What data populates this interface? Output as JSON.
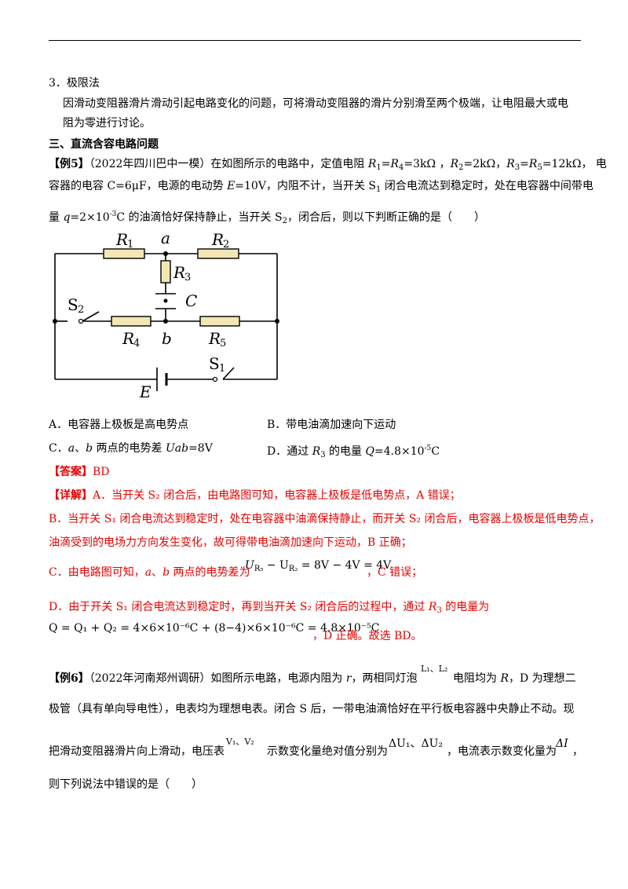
{
  "section3": {
    "title": "3．极限法",
    "desc1": "因滑动变阻器滑片滑动引起电路变化的问题，可将滑动变阻器的滑片分别滑至两个极端，让电阻最大或电",
    "desc2": "阻为零进行讨论。"
  },
  "heading": "三、直流含容电路问题",
  "ex5": {
    "tag": "【例5】",
    "line1_a": "（2022年四川巴中一模）在如图所示的电路中，定值电阻 ",
    "line1_b": "R",
    "line1_c": "1",
    "line1_d": "=R",
    "line1_e": "4",
    "line1_f": "=3kΩ ，",
    "line1_g": "R",
    "line1_h": "2",
    "line1_i": "=2kΩ，",
    "line1_j": "R",
    "line1_k": "3",
    "line1_l": "=R",
    "line1_m": "5",
    "line1_n": "=12kΩ， 电",
    "line2_a": "容器的电容 C=6μF，电源的电动势 ",
    "line2_b": "E",
    "line2_c": "=10V，内阻不计，当开关 S",
    "line2_d": "1",
    "line2_e": " 闭合电流达到稳定时，处在电容器中间带电",
    "line3_a": "量 ",
    "line3_b": "q",
    "line3_c": "=2×10",
    "line3_d": "-3",
    "line3_e": "C 的油滴恰好保持静止，当开关 S",
    "line3_f": "2",
    "line3_g": "，闭合后，则以下判断正确的是（　　）"
  },
  "circuit": {
    "R1": "R",
    "R1s": "1",
    "R2": "R",
    "R2s": "2",
    "R3": "R",
    "R3s": "3",
    "R4": "R",
    "R4s": "4",
    "R5": "R",
    "R5s": "5",
    "a": "a",
    "b": "b",
    "C": "C",
    "E": "E",
    "S1": "S",
    "S1s": "1",
    "S2": "S",
    "S2s": "2"
  },
  "options": {
    "A": "A．电容器上极板是高电势点",
    "B": "B．带电油滴加速向下运动",
    "C_a": "C．",
    "C_b": "a",
    "C_c": "、",
    "C_d": "b",
    "C_e": " 两点的电势差 ",
    "C_f": "Uab",
    "C_g": "=8V",
    "D_a": "D．通过 ",
    "D_b": "R",
    "D_c": "3",
    "D_d": " 的电量 ",
    "D_e": "Q",
    "D_f": "=4.8×10",
    "D_g": "-5",
    "D_h": "C"
  },
  "answer": {
    "tag": "【答案】",
    "value": "BD"
  },
  "detail": {
    "tag": "【详解】",
    "A": "A．当开关 S₂ 闭合后，由电路图可知，电容器上极板是低电势点，A 错误；",
    "B1": "B．当开关 S₁ 闭合电流达到稳定时，处在电容器中油滴保持静止，而开关 S₂ 闭合后，电容器上极板是低电势点，",
    "B2": "油滴受到的电场力方向发生变化，故可得带电油滴加速向下运动，B 正确；",
    "C_a": "C．由电路图可知，",
    "C_b": "a",
    "C_c": "、",
    "C_d": "b",
    "C_e": " 两点的电势差为",
    "C_eq1": "U",
    "C_eq1s": "R₅",
    "C_eq2": " − U",
    "C_eq2s": "R₂",
    "C_eq3": " = 8V − 4V = 4V",
    "C_f": "，C 错误；",
    "D1_a": "D．由于开关 S₁ 闭合电流达到稳定时，再到当开关 S₂ 闭合后的过程中，通过 ",
    "D1_b": "R",
    "D1_c": "3",
    "D1_d": " 的电量为",
    "D2_eq": "Q = Q₁ + Q₂ = 4×6×10⁻⁶C + (8−4)×6×10⁻⁶C = 4.8×10⁻⁵C",
    "D2_tail": "，D 正确。故选 BD。"
  },
  "ex6": {
    "tag": "【例6】",
    "l1_a": "（2022年河南郑州调研）如图所示电路，电源内阻为 ",
    "l1_b": "r",
    "l1_c": "，两相同灯泡",
    "l1_L": "L₁、L₂",
    "l1_d": " 电阻均为 ",
    "l1_e": "R",
    "l1_f": "，D 为理想二",
    "l2": "极管（具有单向导电性），电表均为理想电表。闭合 S 后，一带电油滴恰好在平行板电容器中央静止不动。现",
    "l3_a": "把滑动变阻器滑片向上滑动，电压表",
    "l3_V": "V₁、V₂",
    "l3_b": "示数变化量绝对值分别为",
    "l3_dU": "ΔU₁、ΔU₂",
    "l3_c": "，电流表示数变化量为",
    "l3_dI": "ΔI",
    "l3_d": "，",
    "l4": "则下列说法中错误的是（　　）"
  }
}
